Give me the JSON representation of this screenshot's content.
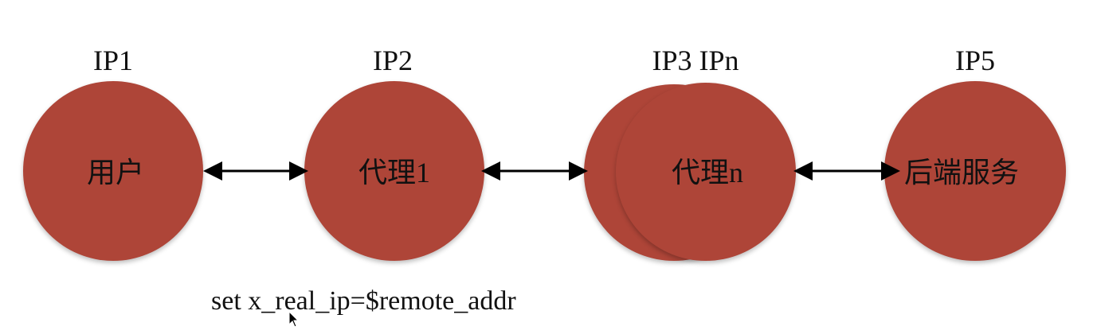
{
  "nodes": [
    {
      "ip_label": "IP1",
      "name": "用户"
    },
    {
      "ip_label": "IP2",
      "name": "代理1"
    },
    {
      "ip_label": "IP3 IPn",
      "name": "代理n"
    },
    {
      "ip_label": "IP5",
      "name": "后端服务"
    }
  ],
  "command": "set x_real_ip=$remote_addr",
  "colors": {
    "node": "#ae4538",
    "arrow": "#000000"
  }
}
